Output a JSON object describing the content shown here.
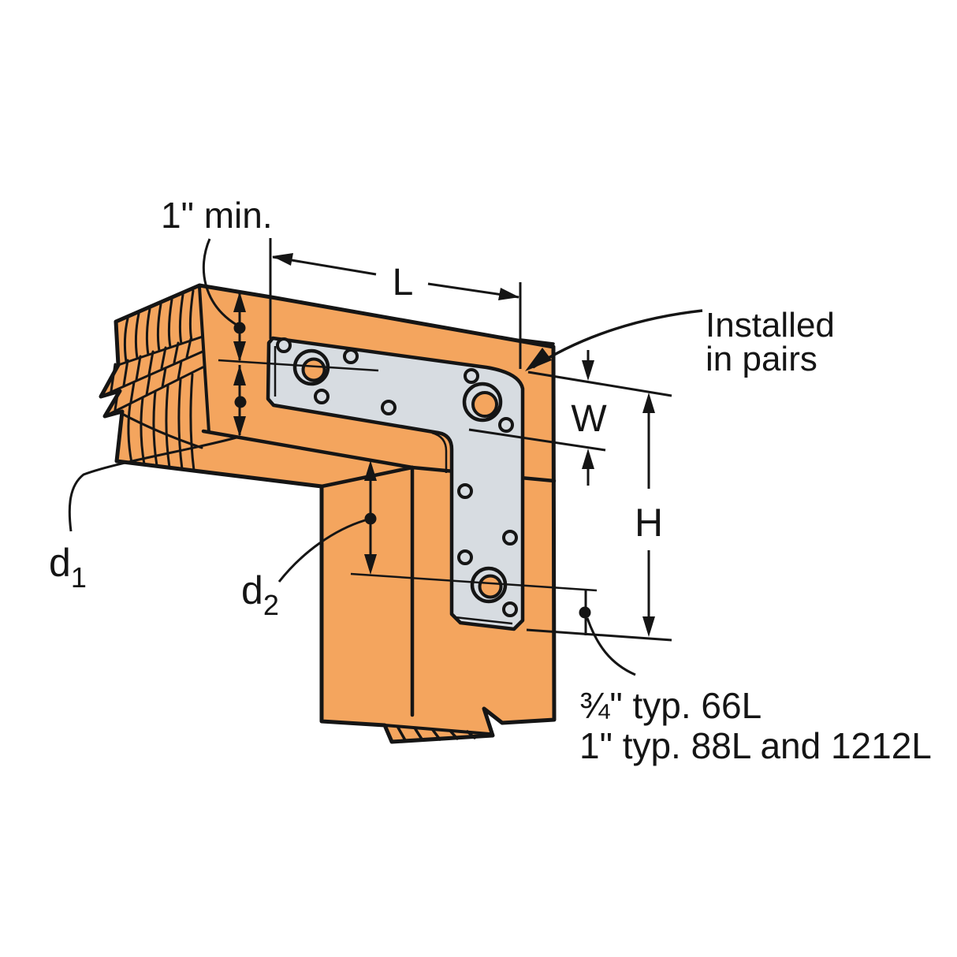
{
  "diagram": {
    "labels": {
      "min_edge": "1\" min.",
      "length": "L",
      "width": "W",
      "height": "H",
      "d1_base": "d",
      "d1_sub": "1",
      "d2_base": "d",
      "d2_sub": "2",
      "installed_line1": "Installed",
      "installed_line2": "in pairs",
      "note_line1": "¾\" typ. 66L",
      "note_line2": "1\" typ. 88L and 1212L"
    },
    "colors": {
      "wood": "#F4A55E",
      "plate": "#D7DCE1",
      "line": "#151515",
      "background": "#FFFFFF"
    }
  }
}
